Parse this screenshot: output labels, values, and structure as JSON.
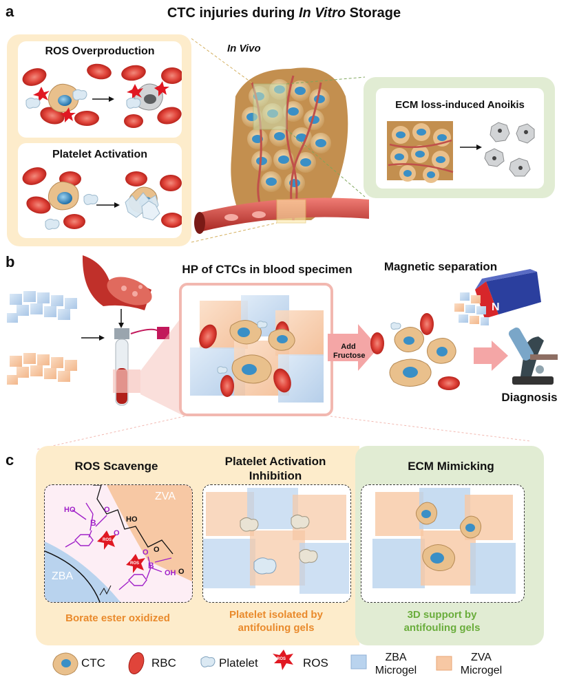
{
  "panel_a": {
    "letter": "a",
    "title_pre": "CTC injuries during ",
    "title_em": "In Vitro",
    "title_post": " Storage",
    "ros_title": "ROS Overproduction",
    "platelet_title": "Platelet Activation",
    "in_vivo": "In Vivo",
    "ecm_title": "ECM loss-induced Anoikis"
  },
  "panel_b": {
    "letter": "b",
    "hp_title": "HP of CTCs in blood specimen",
    "mag_title": "Magnetic separation",
    "add_label_1": "Add",
    "add_label_2": "Fructose",
    "magnet_n": "N",
    "diagnosis": "Diagnosis"
  },
  "panel_c": {
    "letter": "c",
    "ros_title": "ROS Scavenge",
    "pai_title_1": "Platelet Activation",
    "pai_title_2": "Inhibition",
    "ecm_title": "ECM Mimicking",
    "zva": "ZVA",
    "zba": "ZBA",
    "ho1": "HO",
    "ho2": "HO",
    "oh": "OH",
    "b1": "B",
    "b2": "B",
    "o_labels": [
      "O",
      "O",
      "O",
      "O",
      "O"
    ],
    "ros_badge": "ROS",
    "caption_ros": "Borate ester oxidized",
    "caption_pai_1": "Platelet isolated by",
    "caption_pai_2": "antifouling gels",
    "caption_ecm_1": "3D support by",
    "caption_ecm_2": "antifouling gels"
  },
  "legend": {
    "ctc": "CTC",
    "rbc": "RBC",
    "platelet": "Platelet",
    "ros": "ROS",
    "ros_badge": "ROS",
    "zba_1": "ZBA",
    "zba_2": "Microgel",
    "zva_1": "ZVA",
    "zva_2": "Microgel"
  },
  "colors": {
    "panel_a_bg": "#fdeccb",
    "panel_c_bg": "#fdeccb",
    "ecm_bg": "#e1ecd3",
    "rbc": "#e0443a",
    "ctc_body": "#e9c08c",
    "ctc_nucleus": "#3a8fc6",
    "platelet": "#dbe9f3",
    "ros": "#e01822",
    "zba": "#b9d3ee",
    "zva": "#f7c8a4",
    "caption_orange": "#e98a2c",
    "caption_green": "#6aad3c",
    "boronic": "#a020c8"
  }
}
